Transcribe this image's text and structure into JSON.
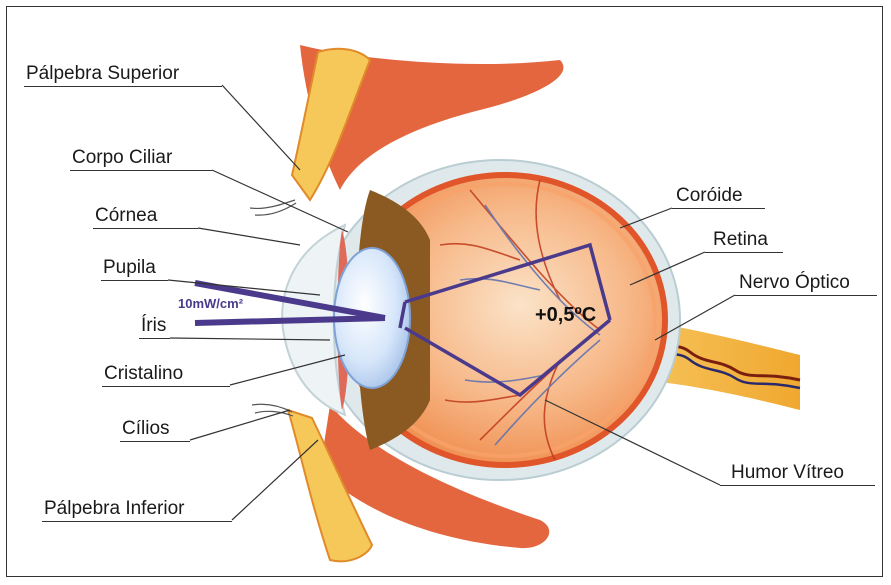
{
  "labels": {
    "palpebra_superior": "Pálpebra Superior",
    "corpo_ciliar": "Corpo Ciliar",
    "cornea": "Córnea",
    "pupila": "Pupila",
    "iris": "Íris",
    "cristalino": "Cristalino",
    "cilios": "Cílios",
    "palpebra_inferior": "Pálpebra Inferior",
    "coroide": "Coróide",
    "retina": "Retina",
    "nervo_optico": "Nervo Óptico",
    "humor_vitreo": "Humor Vítreo"
  },
  "annotations": {
    "irradiance": "10mW/cm²",
    "temperature_rise": "+0,5ºC"
  },
  "colors": {
    "beam": "#4b3a8c",
    "sclera": "#dfe9ec",
    "eyeball": "#f39a5d",
    "retina": "#f7a26a",
    "lens": "#c9dcf5",
    "iris": "#8a5a22",
    "eyelid": "#f6c85a",
    "muscle": "#e0552a",
    "nerve": "#f3b43a"
  }
}
